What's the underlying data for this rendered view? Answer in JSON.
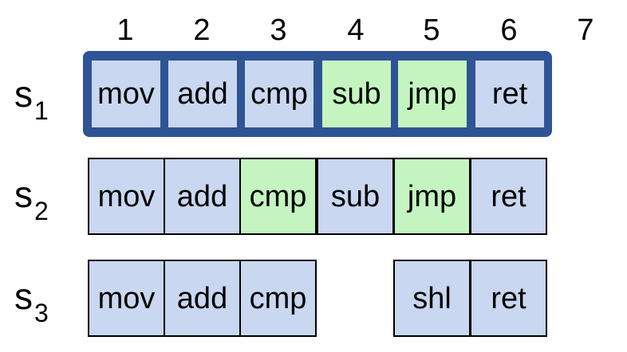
{
  "colors": {
    "frame": "#2e5496",
    "default_cell": "#c9d7f0",
    "highlight_cell": "#c4f5c0",
    "cell_border": "#000000"
  },
  "column_numbers": [
    "1",
    "2",
    "3",
    "4",
    "5",
    "6",
    "7"
  ],
  "rows": [
    {
      "label_base": "s",
      "label_sub": "1",
      "framed": true,
      "cells": [
        {
          "col": 1,
          "text": "mov",
          "highlight": false
        },
        {
          "col": 2,
          "text": "add",
          "highlight": false
        },
        {
          "col": 3,
          "text": "cmp",
          "highlight": false
        },
        {
          "col": 4,
          "text": "sub",
          "highlight": true
        },
        {
          "col": 5,
          "text": "jmp",
          "highlight": true
        },
        {
          "col": 6,
          "text": "ret",
          "highlight": false
        }
      ]
    },
    {
      "label_base": "s",
      "label_sub": "2",
      "framed": false,
      "cells": [
        {
          "col": 1,
          "text": "mov",
          "highlight": false
        },
        {
          "col": 2,
          "text": "add",
          "highlight": false
        },
        {
          "col": 3,
          "text": "cmp",
          "highlight": true
        },
        {
          "col": 4,
          "text": "sub",
          "highlight": false
        },
        {
          "col": 5,
          "text": "jmp",
          "highlight": true
        },
        {
          "col": 6,
          "text": "ret",
          "highlight": false
        }
      ]
    },
    {
      "label_base": "s",
      "label_sub": "3",
      "framed": false,
      "cells": [
        {
          "col": 1,
          "text": "mov",
          "highlight": false
        },
        {
          "col": 2,
          "text": "add",
          "highlight": false
        },
        {
          "col": 3,
          "text": "cmp",
          "highlight": false
        },
        {
          "col": 5,
          "text": "shl",
          "highlight": false
        },
        {
          "col": 6,
          "text": "ret",
          "highlight": false
        }
      ]
    }
  ]
}
